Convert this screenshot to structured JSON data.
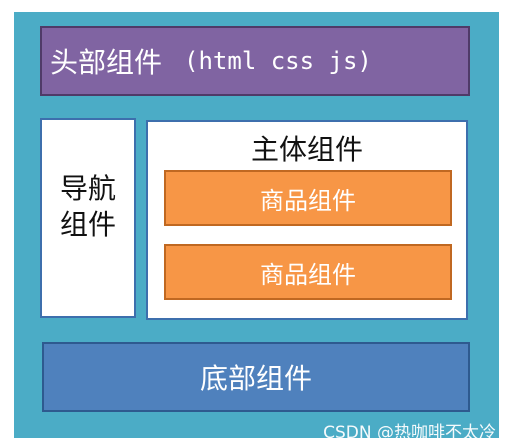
{
  "header": {
    "label": "头部组件",
    "tech": "(html css js)"
  },
  "nav": {
    "line1": "导航",
    "line2": "组件"
  },
  "main": {
    "title": "主体组件",
    "products": [
      "商品组件",
      "商品组件"
    ]
  },
  "footer": {
    "label": "底部组件"
  },
  "watermark": "CSDN @热咖啡不太冷",
  "colors": {
    "canvas": "#4bacc6",
    "header": "#8064a2",
    "product": "#f79646",
    "footer": "#4f81bd",
    "panel": "#ffffff"
  }
}
